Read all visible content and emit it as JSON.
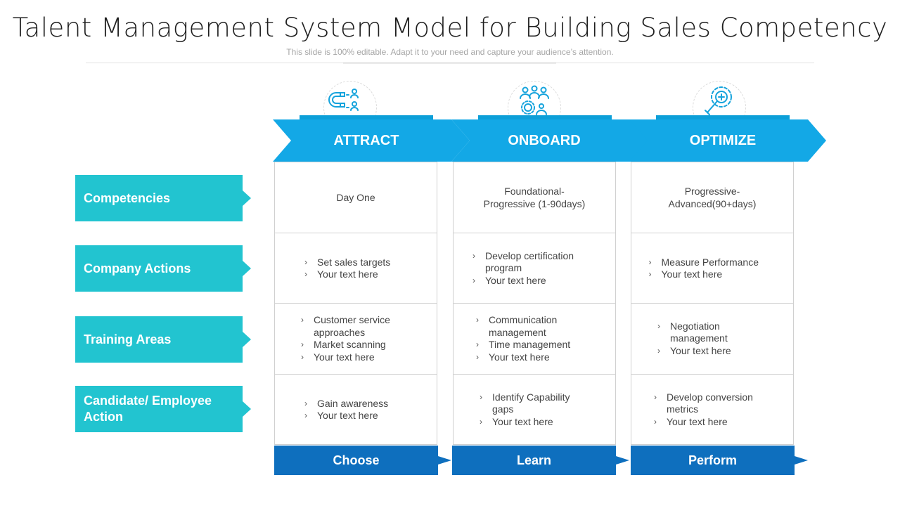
{
  "title": "Talent Management System Model for Building Sales Competency",
  "subtitle": "This slide is 100% editable. Adapt it to your need and capture your audience’s attention.",
  "colors": {
    "chevron": "#13a8e6",
    "row_label": "#22c4d0",
    "bottom": "#0e6fbe",
    "icon": "#15a3dc"
  },
  "stages": [
    {
      "header": "ATTRACT",
      "footer": "Choose",
      "icon": "magnet-people-icon",
      "competency": "Day One",
      "company_actions": [
        "Set sales targets",
        "Your text here"
      ],
      "training_areas": [
        "Customer service approaches",
        "Market scanning",
        "Your text here"
      ],
      "candidate_action": [
        "Gain awareness",
        "Your text here"
      ]
    },
    {
      "header": "ONBOARD",
      "footer": "Learn",
      "icon": "team-gear-icon",
      "competency": "Foundational- Progressive (1-90days)",
      "company_actions": [
        "Develop certification program",
        "Your text here"
      ],
      "training_areas": [
        "Communication management",
        "Time management",
        "Your text here"
      ],
      "candidate_action": [
        "Identify Capability gaps",
        "Your text here"
      ]
    },
    {
      "header": "OPTIMIZE",
      "footer": "Perform",
      "icon": "gear-wrench-icon",
      "competency": "Progressive- Advanced(90+days)",
      "company_actions": [
        "Measure Performance",
        "Your text here"
      ],
      "training_areas": [
        "Negotiation management",
        "Your text here"
      ],
      "candidate_action": [
        "Develop conversion metrics",
        "Your text here"
      ]
    }
  ],
  "row_labels": [
    "Competencies",
    "Company Actions",
    "Training Areas",
    "Candidate/ Employee Action"
  ]
}
